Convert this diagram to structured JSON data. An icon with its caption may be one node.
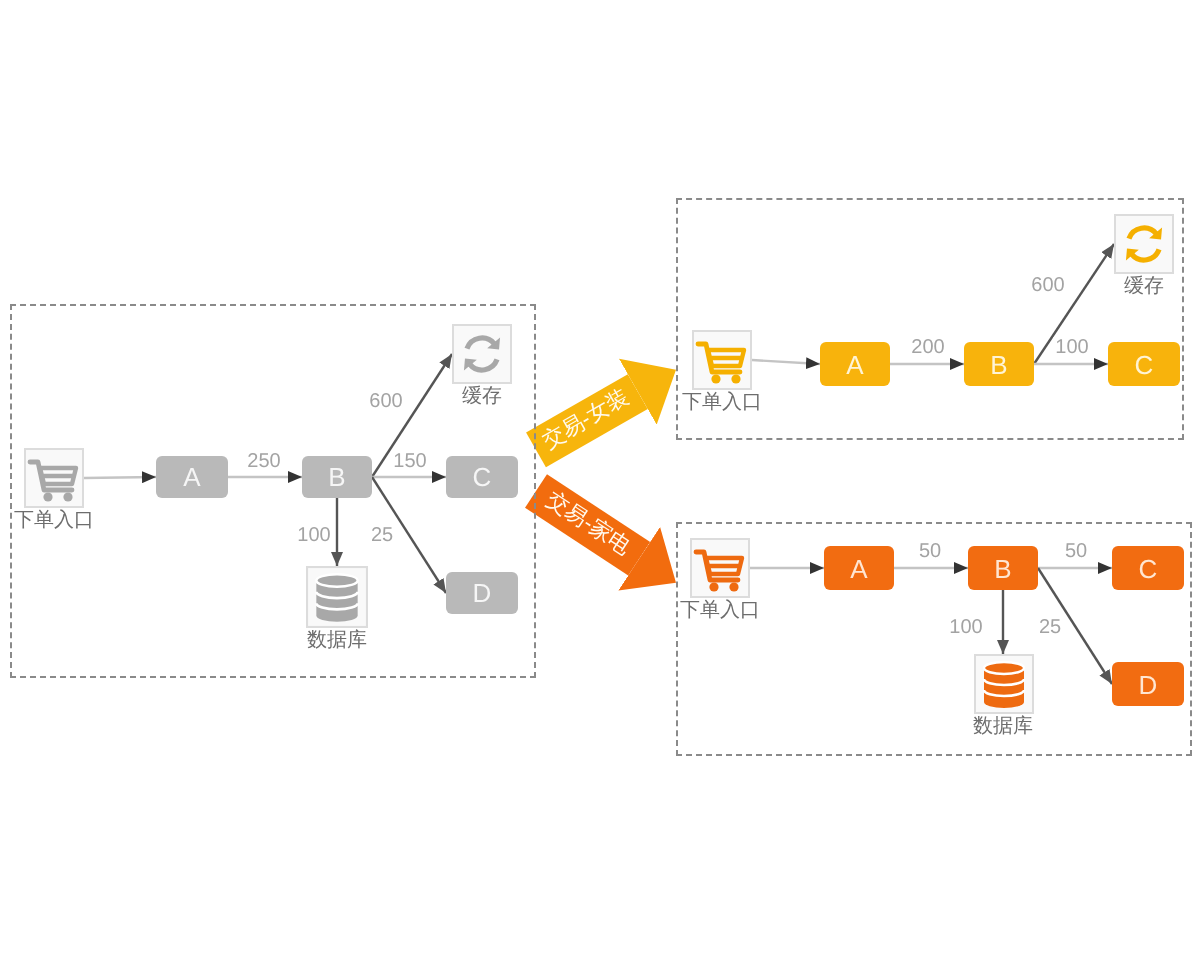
{
  "diagram": {
    "nodes": [
      {
        "text": [],
        "shape": "box"
      },
      {
        "text": [
          "下单入口"
        ],
        "in": 0
      },
      {
        "text": [
          "A"
        ],
        "in": 0
      },
      {
        "text": [
          "B"
        ],
        "in": 0
      },
      {
        "text": [
          "缓存"
        ],
        "in": 0
      },
      {
        "text": [
          "C"
        ],
        "in": 0
      },
      {
        "text": [
          "D"
        ],
        "in": 0
      },
      {
        "text": [
          "数据库"
        ],
        "in": 0
      },
      {
        "text": [],
        "shape": "box"
      },
      {
        "text": [
          "下单入口"
        ],
        "in": 8
      },
      {
        "text": [
          "A"
        ],
        "in": 8
      },
      {
        "text": [
          "B"
        ],
        "in": 8
      },
      {
        "text": [
          "缓存"
        ],
        "in": 8
      },
      {
        "text": [
          "C"
        ],
        "in": 8
      },
      {
        "text": [],
        "shape": "box"
      },
      {
        "text": [
          "下单入口"
        ],
        "in": 14
      },
      {
        "text": [
          "A"
        ],
        "in": 14
      },
      {
        "text": [
          "B"
        ],
        "in": 14
      },
      {
        "text": [
          "C"
        ],
        "in": 14
      },
      {
        "text": [
          "D"
        ],
        "in": 14
      },
      {
        "text": [
          "数据库"
        ],
        "in": 14
      }
    ],
    "edges": [
      {
        "from": 1,
        "to": 2,
        "arrow": "to"
      },
      {
        "from": 2,
        "to": 3,
        "arrow": "to",
        "label": "250"
      },
      {
        "from": 3,
        "to": 4,
        "arrow": "to",
        "label": "600",
        "color": "#555555"
      },
      {
        "from": 3,
        "to": 5,
        "arrow": "to",
        "label": "150"
      },
      {
        "from": 3,
        "to": 6,
        "arrow": "to",
        "label": "25",
        "color": "#555555"
      },
      {
        "from": 3,
        "to": 7,
        "arrow": "to",
        "label": "100",
        "color": "#555555"
      },
      {
        "from": 9,
        "to": 10,
        "arrow": "to"
      },
      {
        "from": 10,
        "to": 11,
        "arrow": "to",
        "label": "200"
      },
      {
        "from": 11,
        "to": 12,
        "arrow": "to",
        "label": "600",
        "color": "#555555"
      },
      {
        "from": 11,
        "to": 13,
        "arrow": "to",
        "label": "100"
      },
      {
        "from": 15,
        "to": 16,
        "arrow": "to"
      },
      {
        "from": 16,
        "to": 17,
        "arrow": "to",
        "label": "50"
      },
      {
        "from": 17,
        "to": 18,
        "arrow": "to",
        "label": "50"
      },
      {
        "from": 17,
        "to": 20,
        "arrow": "to",
        "label": "100",
        "color": "#555555"
      },
      {
        "from": 17,
        "to": 19,
        "arrow": "to",
        "label": "25",
        "color": "#555555"
      },
      {
        "from": 0,
        "to": 8,
        "arrow": "to",
        "label": "交易-女装",
        "style": "thick",
        "color": "#f7b50c"
      },
      {
        "from": 0,
        "to": 14,
        "arrow": "to",
        "label": "交易-家电",
        "style": "thick",
        "color": "#f26c0e"
      }
    ]
  }
}
